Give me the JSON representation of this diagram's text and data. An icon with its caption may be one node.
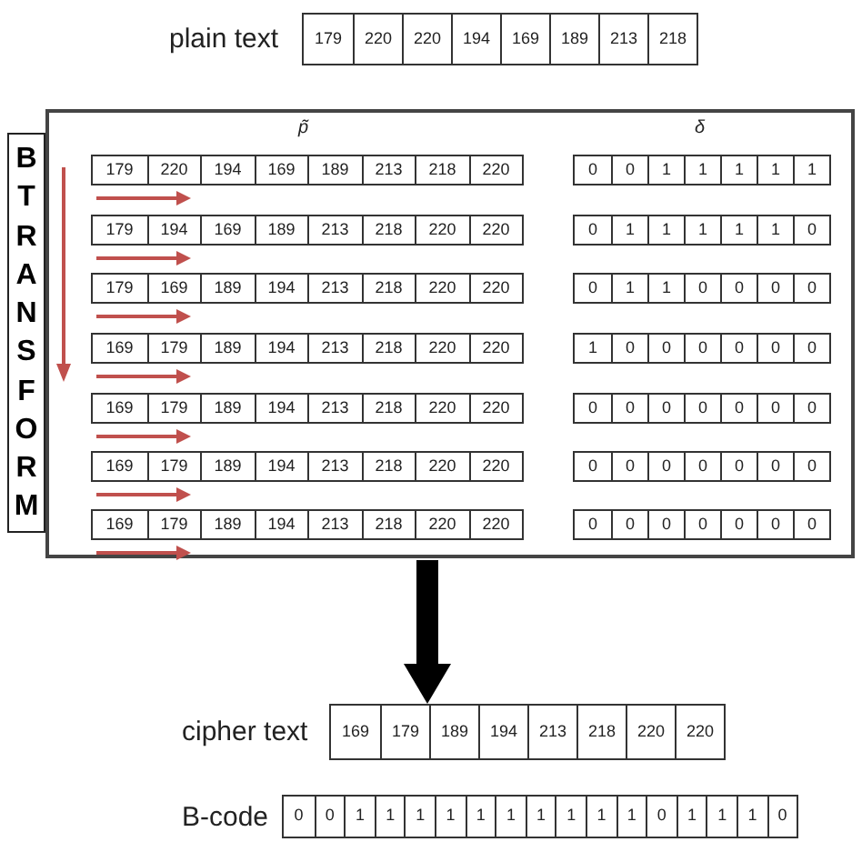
{
  "diagram": {
    "nodes": [
      {
        "text": [
          "179",
          "220",
          "220",
          "194",
          "169",
          "189",
          "213",
          "218"
        ],
        "beside": [
          "plain text"
        ]
      },
      {
        "text": [],
        "shape": "box"
      },
      {
        "text": [
          "B TRANSFORM"
        ]
      },
      {
        "text": [
          "179",
          "220",
          "194",
          "169",
          "189",
          "213",
          "218",
          "220"
        ],
        "in": 1
      },
      {
        "text": [
          "0",
          "0",
          "1",
          "1",
          "1",
          "1",
          "1"
        ],
        "in": 1
      },
      {
        "text": [
          "179",
          "194",
          "169",
          "189",
          "213",
          "218",
          "220",
          "220"
        ],
        "in": 1
      },
      {
        "text": [
          "0",
          "1",
          "1",
          "1",
          "1",
          "1",
          "0"
        ],
        "in": 1
      },
      {
        "text": [
          "179",
          "169",
          "189",
          "194",
          "213",
          "218",
          "220",
          "220"
        ],
        "in": 1
      },
      {
        "text": [
          "0",
          "1",
          "1",
          "0",
          "0",
          "0",
          "0"
        ],
        "in": 1
      },
      {
        "text": [
          "169",
          "179",
          "189",
          "194",
          "213",
          "218",
          "220",
          "220"
        ],
        "in": 1
      },
      {
        "text": [
          "1",
          "0",
          "0",
          "0",
          "0",
          "0",
          "0"
        ],
        "in": 1
      },
      {
        "text": [
          "169",
          "179",
          "189",
          "194",
          "213",
          "218",
          "220",
          "220"
        ],
        "in": 1
      },
      {
        "text": [
          "0",
          "0",
          "0",
          "0",
          "0",
          "0",
          "0"
        ],
        "in": 1
      },
      {
        "text": [
          "169",
          "179",
          "189",
          "194",
          "213",
          "218",
          "220",
          "220"
        ],
        "in": 1
      },
      {
        "text": [
          "0",
          "0",
          "0",
          "0",
          "0",
          "0",
          "0"
        ],
        "in": 1
      },
      {
        "text": [
          "169",
          "179",
          "189",
          "194",
          "213",
          "218",
          "220",
          "220"
        ],
        "in": 1
      },
      {
        "text": [
          "0",
          "0",
          "0",
          "0",
          "0",
          "0",
          "0"
        ],
        "in": 1
      },
      {
        "text": [
          "169",
          "179",
          "189",
          "194",
          "213",
          "218",
          "220",
          "220"
        ],
        "beside": [
          "cipher text"
        ]
      },
      {
        "text": [
          "0",
          "0",
          "1",
          "1",
          "1",
          "1",
          "1",
          "1",
          "1",
          "1",
          "1",
          "1",
          "0",
          "1",
          "1",
          "1",
          "0"
        ],
        "beside": [
          "B-code"
        ]
      }
    ],
    "edges": [
      {
        "from": 1,
        "to": 17,
        "arrow": "to"
      }
    ],
    "labels": [
      "p̃",
      "δ"
    ]
  }
}
